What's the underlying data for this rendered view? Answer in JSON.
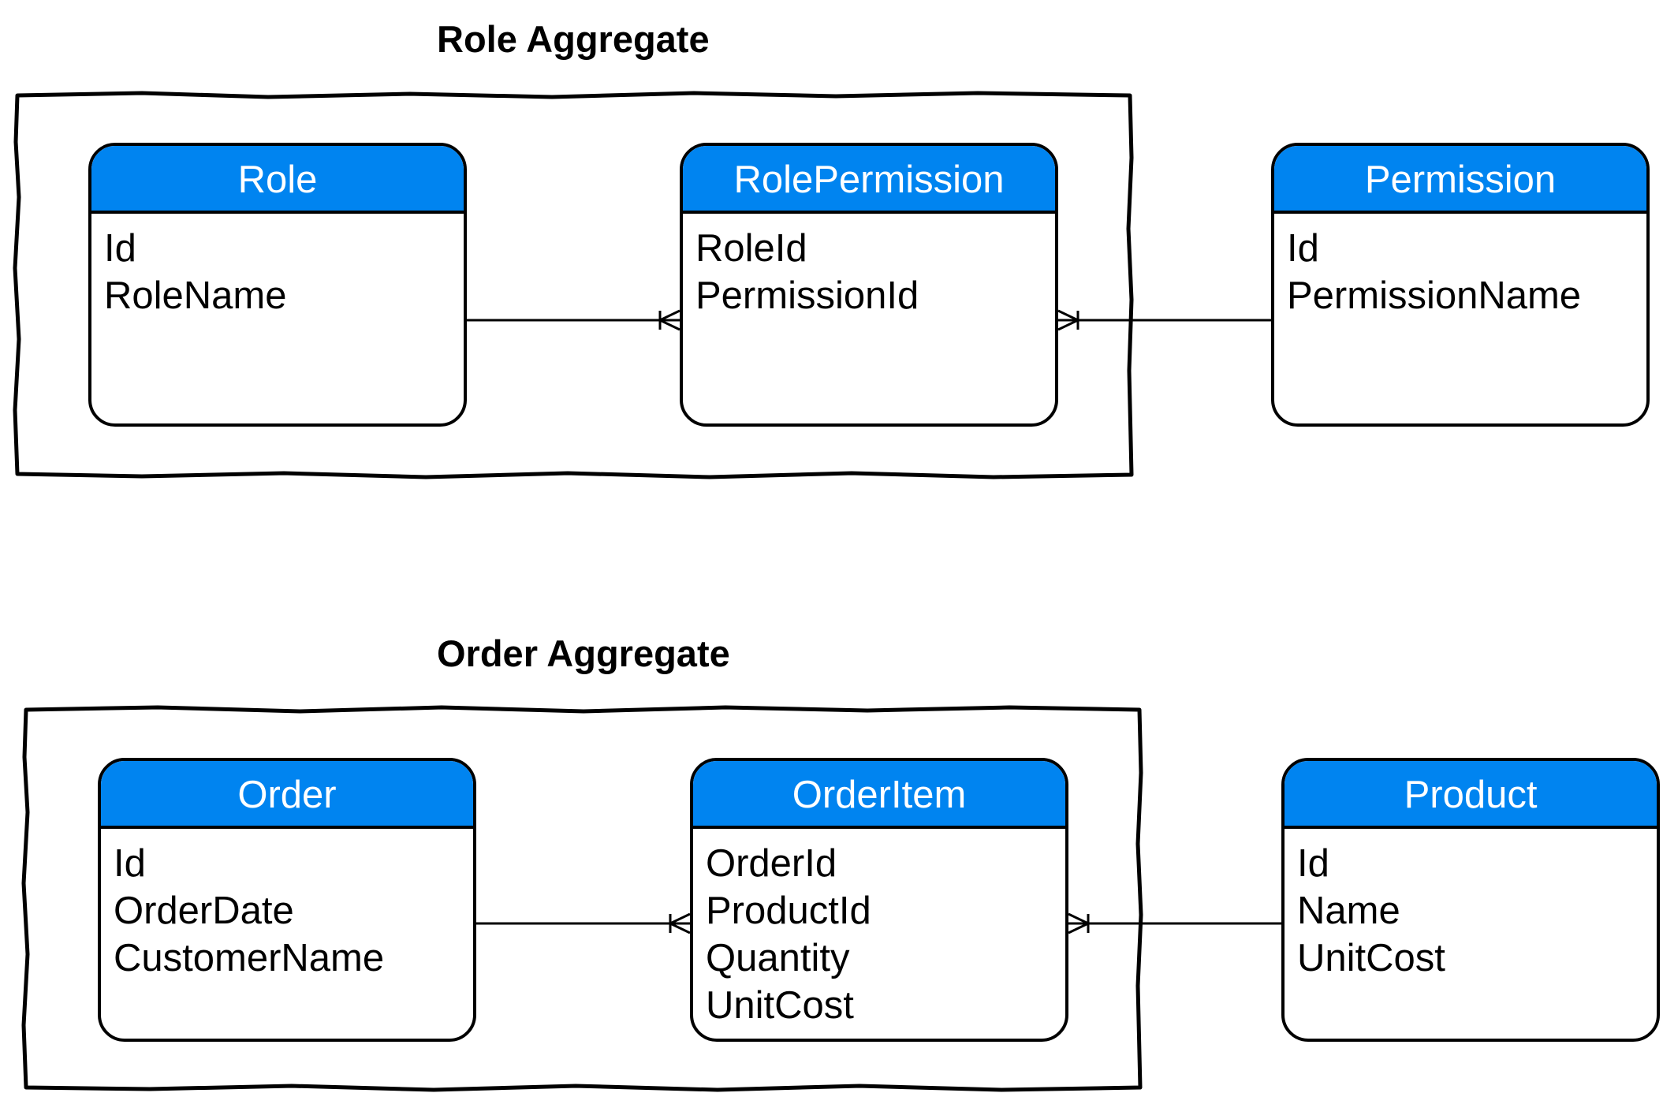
{
  "aggregates": [
    {
      "title": "Role Aggregate"
    },
    {
      "title": "Order Aggregate"
    }
  ],
  "entities": {
    "role": {
      "name": "Role",
      "fields": [
        "Id",
        "RoleName"
      ]
    },
    "role_permission": {
      "name": "RolePermission",
      "fields": [
        "RoleId",
        "PermissionId"
      ]
    },
    "permission": {
      "name": "Permission",
      "fields": [
        "Id",
        "PermissionName"
      ]
    },
    "order": {
      "name": "Order",
      "fields": [
        "Id",
        "OrderDate",
        "CustomerName"
      ]
    },
    "order_item": {
      "name": "OrderItem",
      "fields": [
        "OrderId",
        "ProductId",
        "Quantity",
        "UnitCost"
      ]
    },
    "product": {
      "name": "Product",
      "fields": [
        "Id",
        "Name",
        "UnitCost"
      ]
    }
  },
  "relationships": [
    {
      "from": "Role",
      "to": "RolePermission",
      "notation": "one-to-many"
    },
    {
      "from": "Permission",
      "to": "RolePermission",
      "notation": "one-to-many"
    },
    {
      "from": "Order",
      "to": "OrderItem",
      "notation": "one-to-many"
    },
    {
      "from": "Product",
      "to": "OrderItem",
      "notation": "one-to-many"
    }
  ],
  "colors": {
    "header_fill": "#0084f0",
    "header_text": "#ffffff",
    "stroke": "#000000",
    "background": "#ffffff"
  }
}
